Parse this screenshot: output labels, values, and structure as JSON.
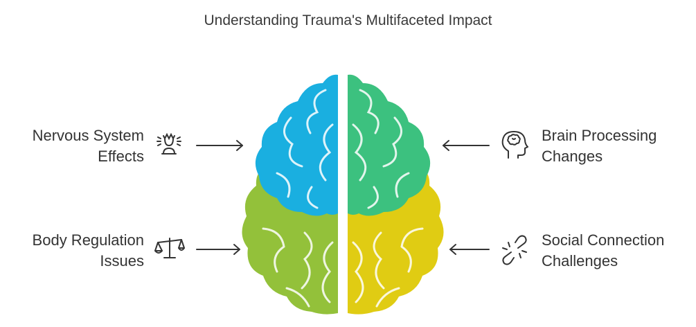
{
  "title": "Understanding Trauma's Multifaceted Impact",
  "colors": {
    "blue": "#1aafe0",
    "green": "#3cc17f",
    "lime": "#93c13a",
    "yellow": "#e0cc13",
    "text": "#333333"
  },
  "items": [
    {
      "line1": "Nervous System",
      "line2": "Effects",
      "icon": "stressed-person-icon",
      "brain_region": "blue"
    },
    {
      "line1": "Brain Processing",
      "line2": "Changes",
      "icon": "head-brain-icon",
      "brain_region": "green"
    },
    {
      "line1": "Body Regulation",
      "line2": "Issues",
      "icon": "balance-scale-icon",
      "brain_region": "lime"
    },
    {
      "line1": "Social Connection",
      "line2": "Challenges",
      "icon": "broken-link-icon",
      "brain_region": "yellow"
    }
  ]
}
